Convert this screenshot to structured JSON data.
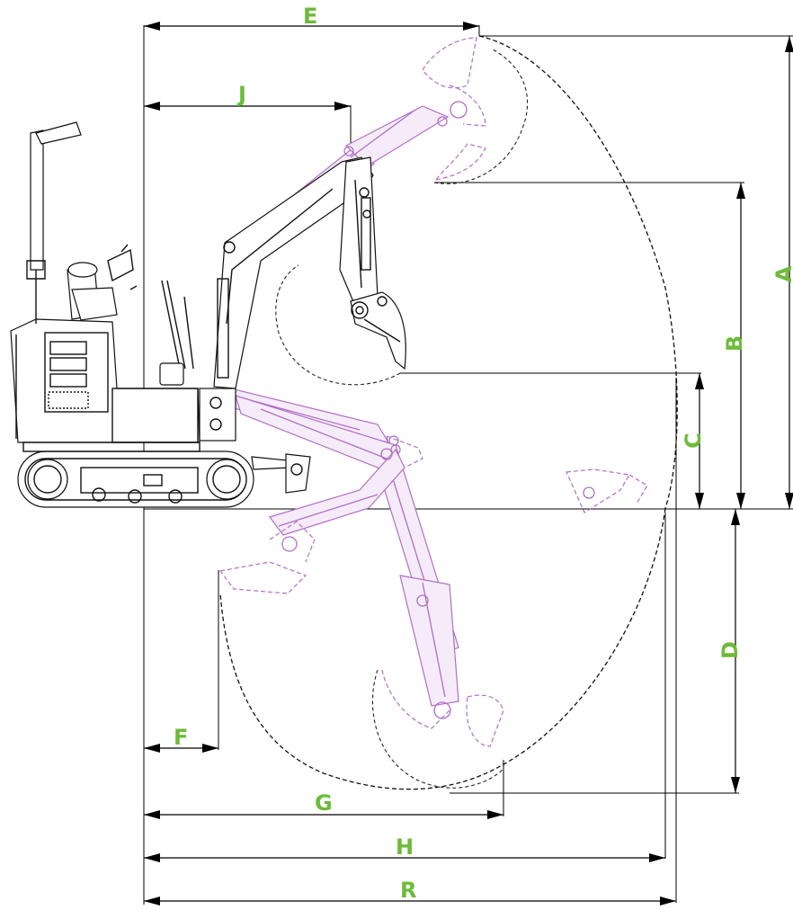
{
  "dimension_labels": {
    "A": "A",
    "B": "B",
    "C": "C",
    "D": "D",
    "E": "E",
    "F": "F",
    "G": "G",
    "H": "H",
    "J": "J",
    "R": "R"
  },
  "colors": {
    "label": "#6dbb3a",
    "machine": "#111111",
    "ghost_positions": "#b06fc6",
    "dimension_lines": "#000000"
  }
}
